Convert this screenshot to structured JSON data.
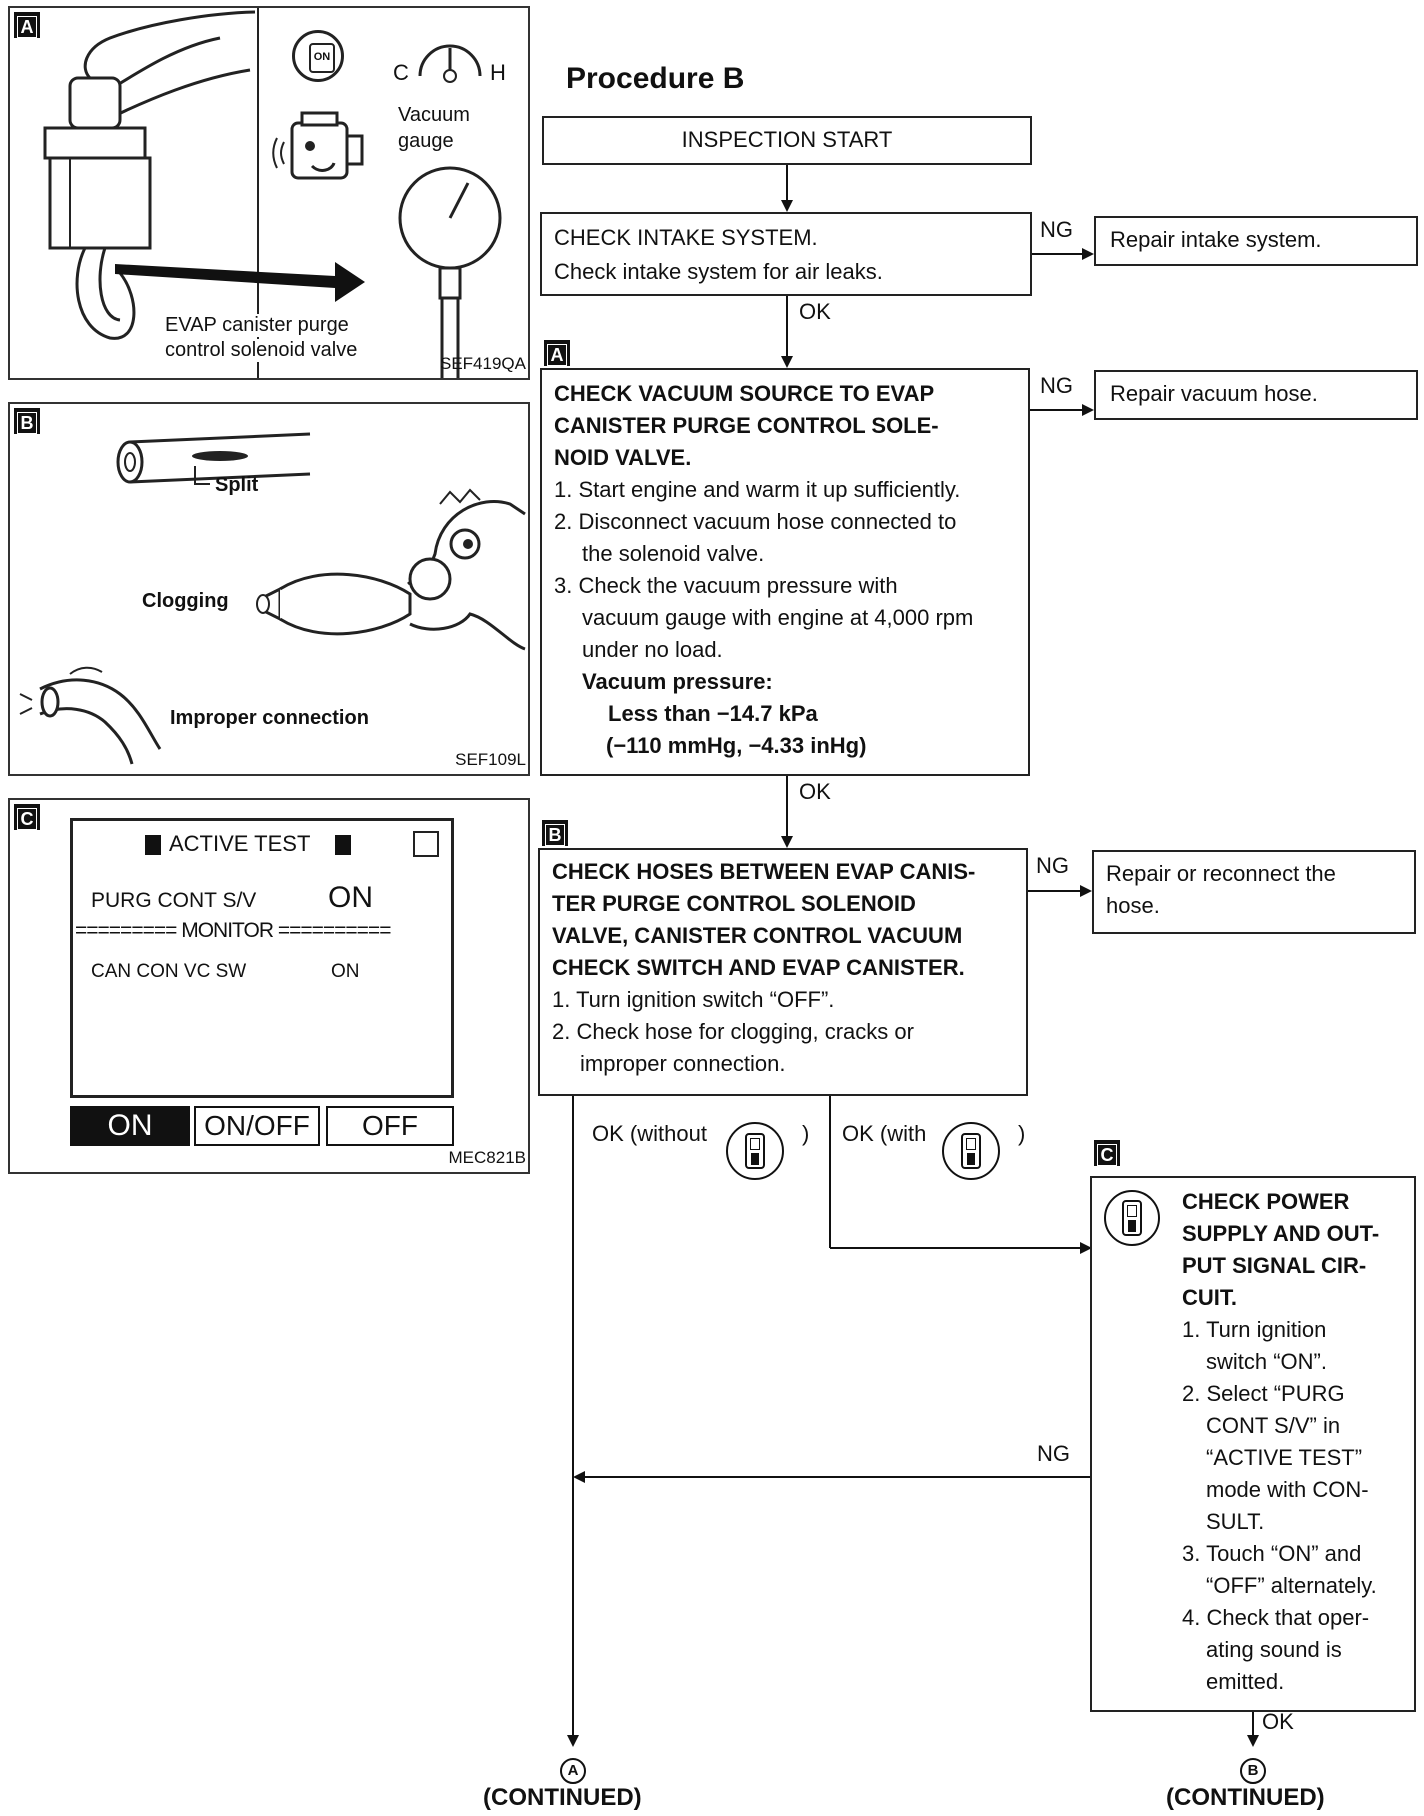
{
  "title": "Procedure B",
  "flow": {
    "start": "INSPECTION START",
    "intake": {
      "lines": [
        "CHECK INTAKE SYSTEM.",
        "Check intake system for air leaks."
      ],
      "ng_label": "NG",
      "ng_action": "Repair intake system.",
      "ok_label": "OK"
    },
    "step_a": {
      "tag": "A",
      "heading": [
        "CHECK VACUUM SOURCE TO EVAP",
        "CANISTER PURGE CONTROL SOLE-",
        "NOID VALVE."
      ],
      "items": [
        "1. Start engine and warm it up sufficiently.",
        "2. Disconnect vacuum hose connected to",
        "the solenoid valve.",
        "3. Check the vacuum pressure with",
        "vacuum gauge with engine at 4,000 rpm",
        "under no load."
      ],
      "spec_label": "Vacuum pressure:",
      "spec_values": [
        "Less than −14.7 kPa",
        "(−110 mmHg, −4.33 inHg)"
      ],
      "ng_label": "NG",
      "ng_action": "Repair vacuum hose.",
      "ok_label": "OK"
    },
    "step_b": {
      "tag": "B",
      "heading": [
        "CHECK HOSES BETWEEN EVAP CANIS-",
        "TER PURGE CONTROL SOLENOID",
        "VALVE, CANISTER CONTROL VACUUM",
        "CHECK SWITCH AND EVAP CANISTER."
      ],
      "items": [
        "1. Turn ignition switch “OFF”.",
        "2. Check hose for clogging, cracks or",
        "improper connection."
      ],
      "ng_label": "NG",
      "ng_action": [
        "Repair or reconnect the",
        "hose."
      ],
      "ok_without": "OK (without",
      "ok_with": "OK (with",
      "close_paren": ")"
    },
    "step_c": {
      "tag": "C",
      "heading": [
        "CHECK POWER",
        "SUPPLY AND OUT-",
        "PUT SIGNAL CIR-",
        "CUIT."
      ],
      "items": [
        "1. Turn ignition",
        "switch “ON”.",
        "2. Select “PURG",
        "CONT S/V” in",
        "“ACTIVE TEST”",
        "mode with CON-",
        "SULT.",
        "3. Touch “ON” and",
        "“OFF” alternately.",
        "4. Check that oper-",
        "ating sound is",
        "emitted."
      ],
      "ng_label": "NG",
      "ok_label": "OK"
    },
    "continued": [
      {
        "marker": "A",
        "label": "(CONTINUED)"
      },
      {
        "marker": "B",
        "label": "(CONTINUED)"
      }
    ]
  },
  "figures": {
    "a": {
      "tag": "A",
      "key_label": "ON",
      "temp_c": "C",
      "temp_h": "H",
      "gauge_label": [
        "Vacuum",
        "gauge"
      ],
      "valve_label": [
        "EVAP canister purge",
        "control solenoid valve"
      ],
      "code": "SEF419QA"
    },
    "b": {
      "tag": "B",
      "labels": {
        "split": "Split",
        "clogging": "Clogging",
        "improper": "Improper connection"
      },
      "code": "SEF109L"
    },
    "c": {
      "tag": "C",
      "screen_title": "ACTIVE TEST",
      "row1_label": "PURG CONT S/V",
      "row1_value": "ON",
      "monitor_label": "========= MONITOR ==========",
      "row2_label": "CAN CON VC SW",
      "row2_value": "ON",
      "buttons": [
        "ON",
        "ON/OFF",
        "OFF"
      ],
      "code": "MEC821B"
    }
  }
}
